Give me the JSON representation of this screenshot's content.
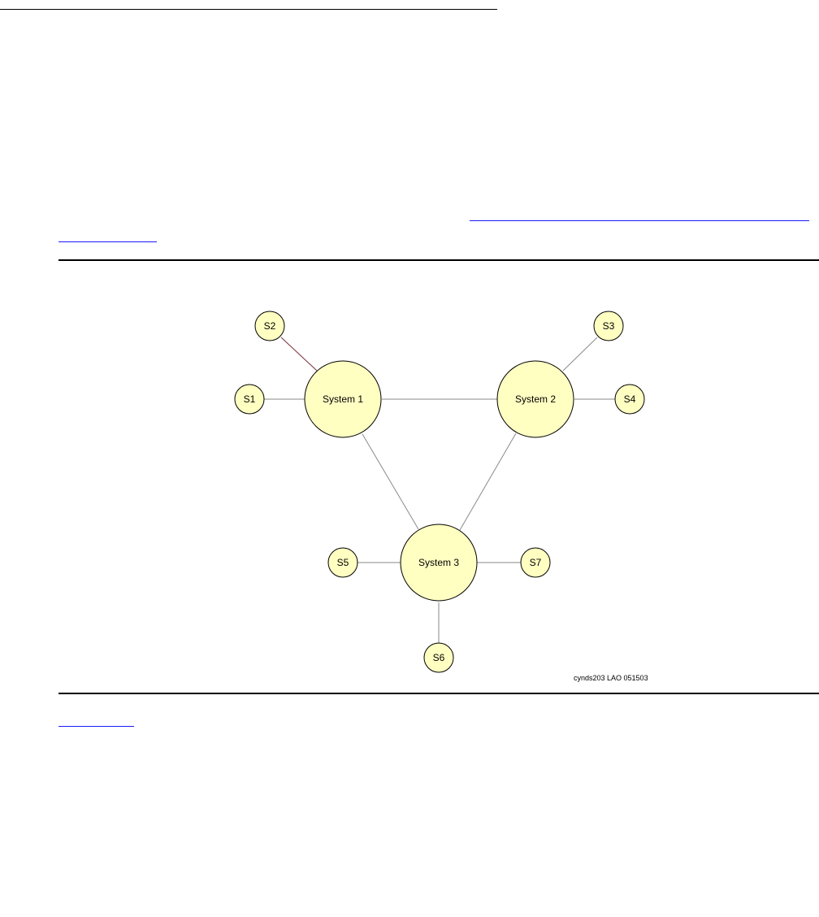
{
  "diagram": {
    "nodes": {
      "system1": "System 1",
      "system2": "System 2",
      "system3": "System 3",
      "s1": "S1",
      "s2": "S2",
      "s3": "S3",
      "s4": "S4",
      "s5": "S5",
      "s6": "S6",
      "s7": "S7"
    },
    "credit": "cynds203 LAO 051503",
    "colors": {
      "node_fill": "#ffffc2",
      "link": "#1a1aff"
    }
  }
}
